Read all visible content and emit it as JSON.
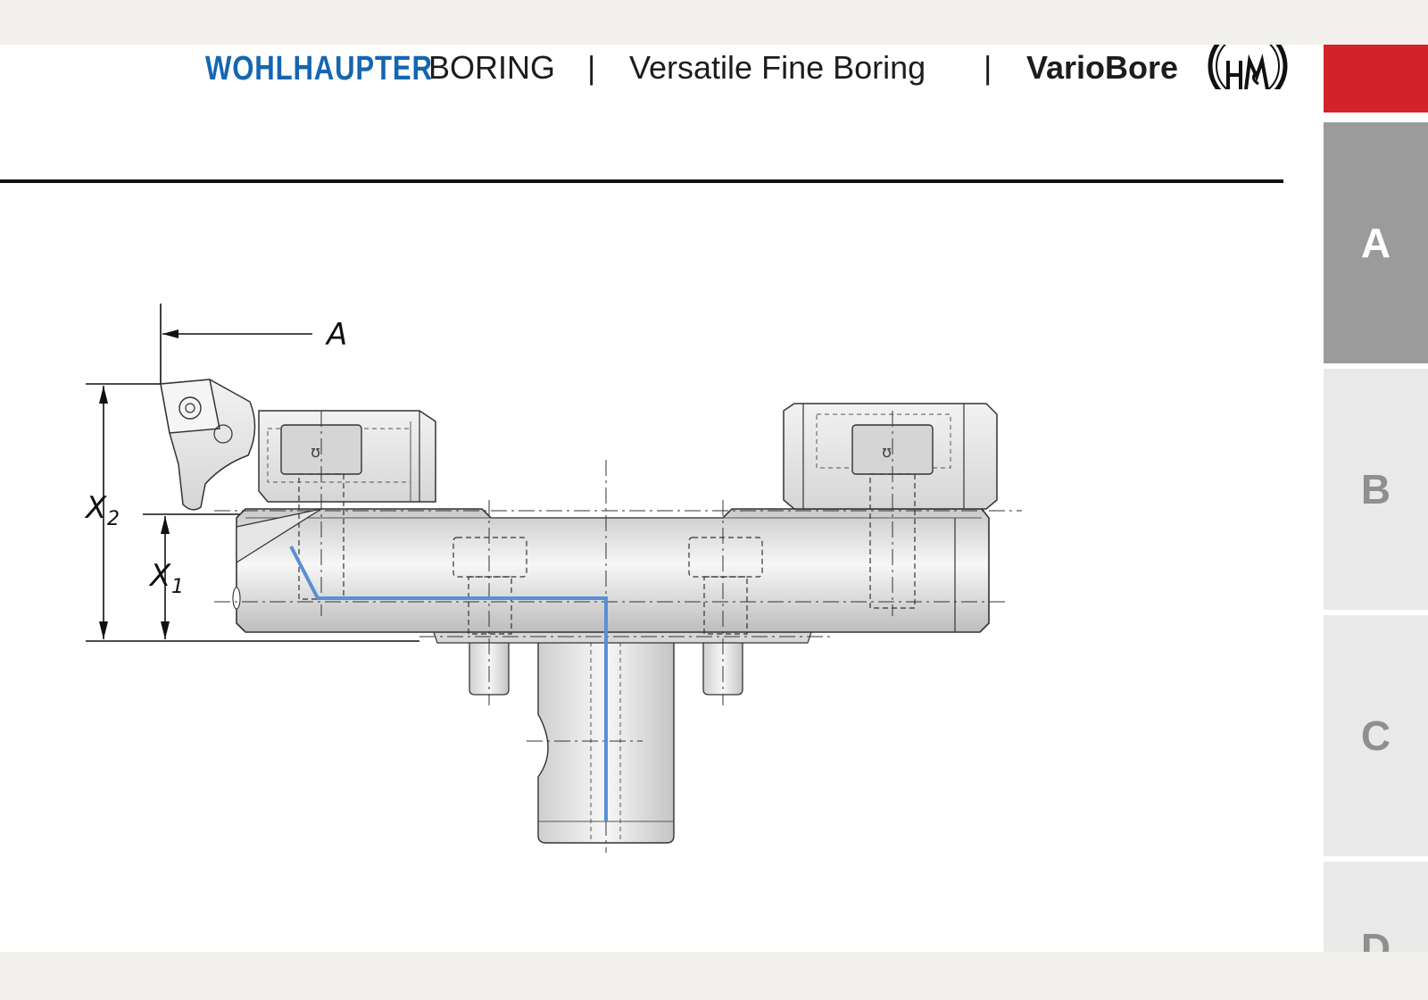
{
  "header": {
    "brand": "WOHLHAUPTER",
    "section": "BORING",
    "separator": "|",
    "subtitle": "Versatile Fine Boring",
    "product": "VarioBore"
  },
  "tabs": [
    {
      "label": "A",
      "active": true
    },
    {
      "label": "B",
      "active": false
    },
    {
      "label": "C",
      "active": false
    },
    {
      "label": "D",
      "active": false
    }
  ],
  "drawing": {
    "label_a": "A",
    "label_x2": "X",
    "label_x2_sub": "2",
    "label_x1": "X",
    "label_x1_sub": "1"
  },
  "colors": {
    "brand_blue": "#1566b1",
    "tab_red": "#d2232a",
    "tab_active": "#9b9b9b",
    "tab_inactive": "#e9e9e9",
    "coolant_path": "#5b8fd6"
  }
}
